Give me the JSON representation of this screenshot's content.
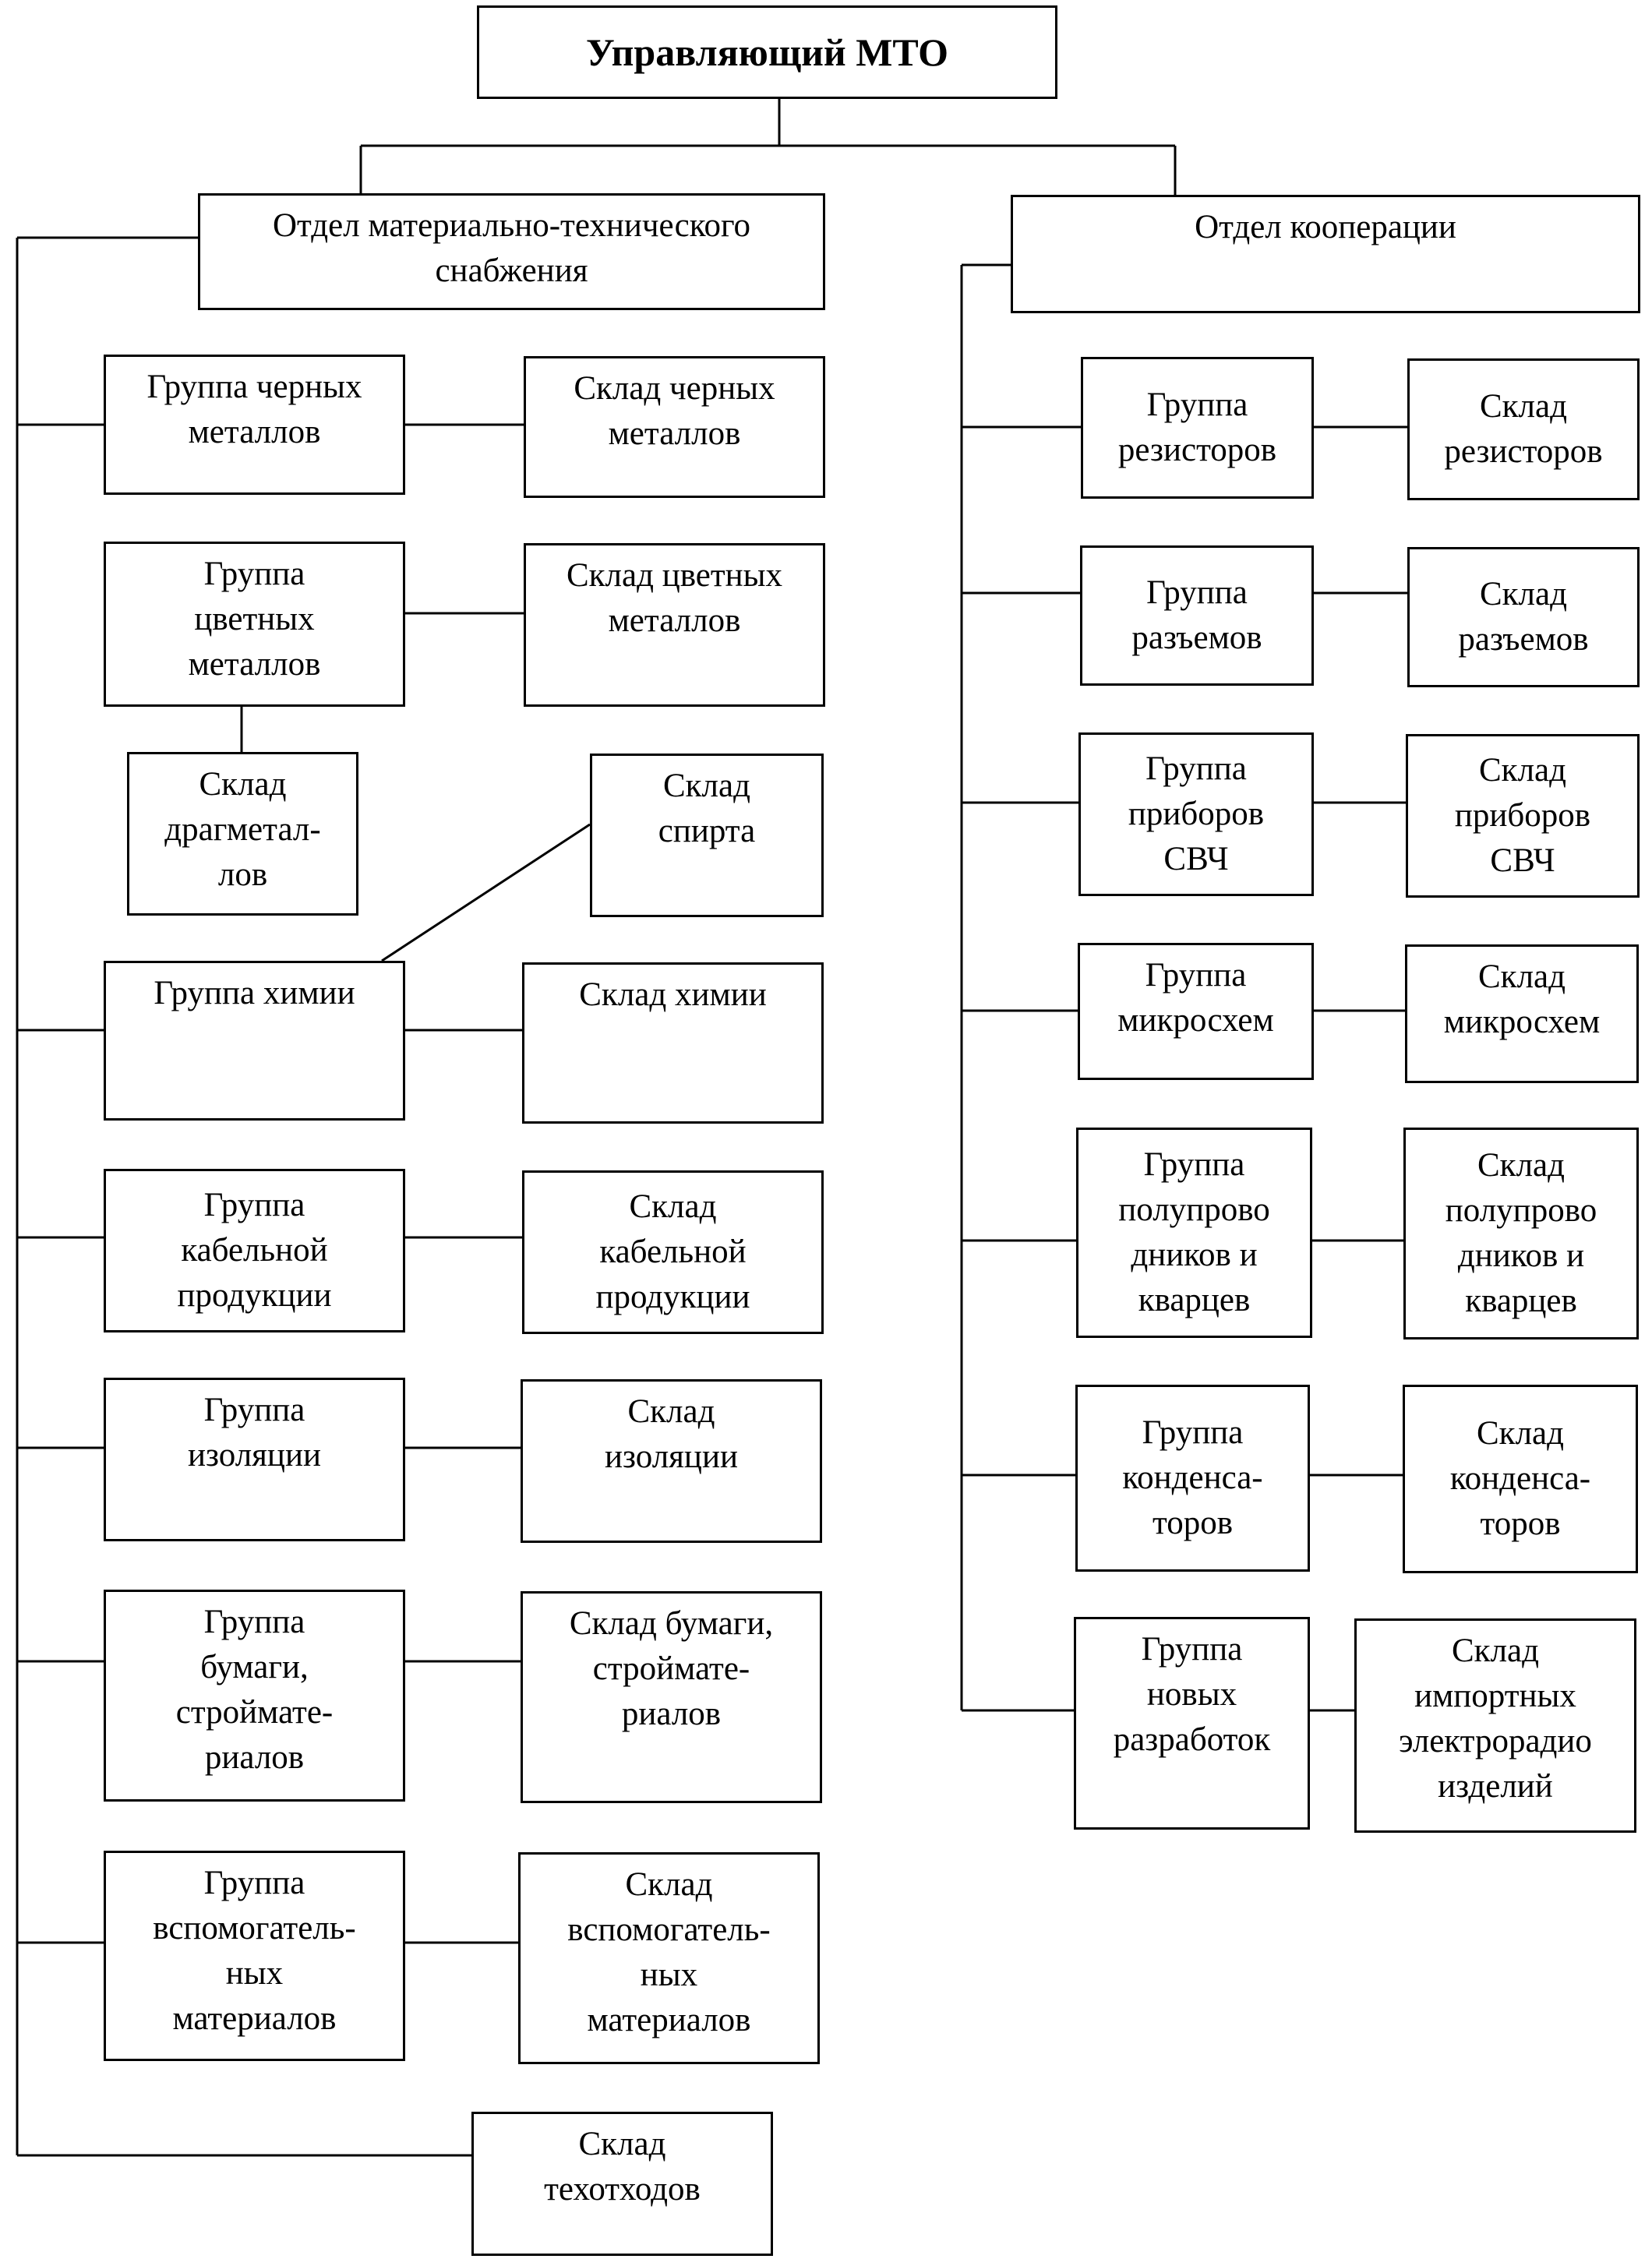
{
  "chart": {
    "root": "Управляющий МТО",
    "dept_supply": "Отдел материально-технического\nснабжения",
    "dept_coop": "Отдел кооперации",
    "left": {
      "g_black": "Группа черных\nметаллов",
      "s_black": "Склад черных\nметаллов",
      "g_color": "Группа\nцветных\nметаллов",
      "s_color": "Склад цветных\nметаллов",
      "s_precious": "Склад\nдрагметал-\nлов",
      "s_spirit": "Склад\nспирта",
      "g_chem": "Группа химии",
      "s_chem": "Склад химии",
      "g_cable": "Группа\nкабельной\nпродукции",
      "s_cable": "Склад\nкабельной\nпродукции",
      "g_insul": "Группа\nизоляции",
      "s_insul": "Склад\nизоляции",
      "g_paper": "Группа\nбумаги,\nстройматe-\nриалов",
      "s_paper": "Склад бумаги,\nстройматe-\nриалов",
      "g_aux": "Группа\nвспомогатель-\nных\nматериалов",
      "s_aux": "Склад\nвспомогатель-\nных\nматериалов",
      "s_waste": "Склад\nтехотходов"
    },
    "right": {
      "g_resist": "Группа\nрезисторов",
      "s_resist": "Склад\nрезисторов",
      "g_conn": "Группа\nразъемов",
      "s_conn": "Склад\nразъемов",
      "g_mw": "Группа\nприборов\nСВЧ",
      "s_mw": "Склад\nприборов\nСВЧ",
      "g_ic": "Группа\nмикросхем",
      "s_ic": "Склад\nмикросхем",
      "g_semi": "Группа\nполупрово\nдников и\nкварцев",
      "s_semi": "Склад\nполупрово\nдников и\nкварцев",
      "g_cap": "Группа\nконденса-\nторов",
      "s_cap": "Склад\nконденса-\nторов",
      "g_new": "Группа\nновых\nразработок",
      "s_import": "Склад\nимпортных\nэлектрорадио\nизделий"
    }
  }
}
